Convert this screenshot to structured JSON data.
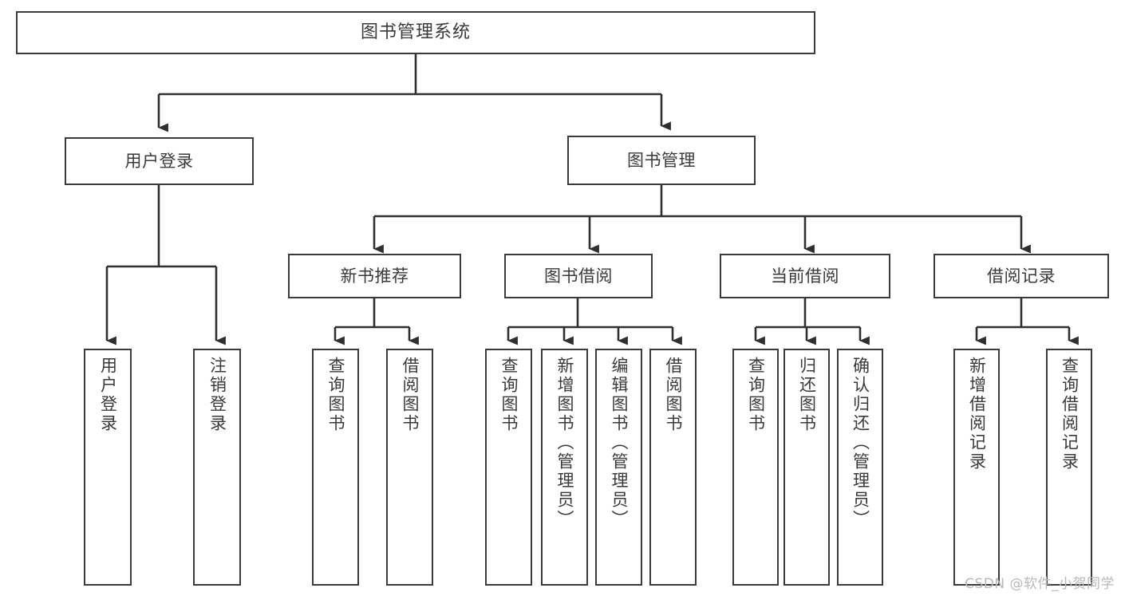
{
  "diagram": {
    "title": "图书管理系统",
    "type": "tree-hierarchy-diagram",
    "watermark": "CSDN @软件_小贺同学",
    "colors": {
      "box_border": "#3b3b3b",
      "box_fill": "#ffffff",
      "connector": "#2f2f2f",
      "text": "#3a3a3a",
      "watermark": "#b9b9b9",
      "background": "#ffffff"
    },
    "nodes": {
      "root": {
        "label": "图书管理系统",
        "orientation": "horizontal"
      },
      "level2": [
        {
          "id": "user-login",
          "label": "用户登录",
          "orientation": "horizontal"
        },
        {
          "id": "book-management",
          "label": "图书管理",
          "orientation": "horizontal"
        }
      ],
      "level3": [
        {
          "id": "new-book-recommend",
          "label": "新书推荐",
          "orientation": "horizontal"
        },
        {
          "id": "book-borrow",
          "label": "图书借阅",
          "orientation": "horizontal"
        },
        {
          "id": "current-borrow",
          "label": "当前借阅",
          "orientation": "horizontal"
        },
        {
          "id": "borrow-record",
          "label": "借阅记录",
          "orientation": "horizontal"
        }
      ],
      "leaves": [
        {
          "id": "leaf-user-login",
          "label": "用户登录",
          "parent": "user-login",
          "orientation": "vertical"
        },
        {
          "id": "leaf-logout-login",
          "label": "注销登录",
          "parent": "user-login",
          "orientation": "vertical"
        },
        {
          "id": "leaf-query-book-1",
          "label": "查询图书",
          "parent": "new-book-recommend",
          "orientation": "vertical"
        },
        {
          "id": "leaf-borrow-book-1",
          "label": "借阅图书",
          "parent": "new-book-recommend",
          "orientation": "vertical"
        },
        {
          "id": "leaf-query-book-2",
          "label": "查询图书",
          "parent": "book-borrow",
          "orientation": "vertical"
        },
        {
          "id": "leaf-add-book",
          "label": "新增图书（管理员）",
          "parent": "book-borrow",
          "orientation": "vertical"
        },
        {
          "id": "leaf-edit-book",
          "label": "编辑图书（管理员）",
          "parent": "book-borrow",
          "orientation": "vertical"
        },
        {
          "id": "leaf-borrow-book-2",
          "label": "借阅图书",
          "parent": "book-borrow",
          "orientation": "vertical"
        },
        {
          "id": "leaf-query-book-3",
          "label": "查询图书",
          "parent": "current-borrow",
          "orientation": "vertical"
        },
        {
          "id": "leaf-return-book",
          "label": "归还图书",
          "parent": "current-borrow",
          "orientation": "vertical"
        },
        {
          "id": "leaf-confirm-return",
          "label": "确认归还（管理员）",
          "parent": "current-borrow",
          "orientation": "vertical"
        },
        {
          "id": "leaf-add-record",
          "label": "新增借阅记录",
          "parent": "borrow-record",
          "orientation": "vertical"
        },
        {
          "id": "leaf-query-record",
          "label": "查询借阅记录",
          "parent": "borrow-record",
          "orientation": "vertical"
        }
      ]
    }
  }
}
